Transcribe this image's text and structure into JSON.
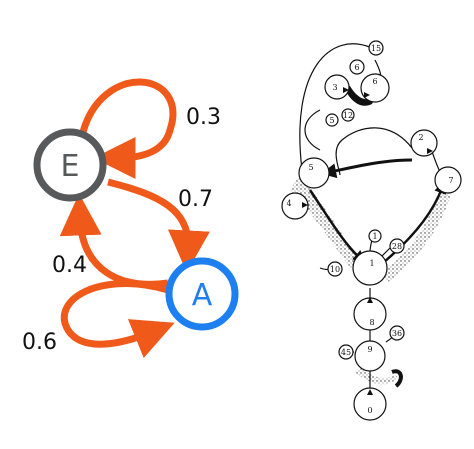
{
  "left_diagram": {
    "nodes": {
      "e": {
        "label": "E",
        "color": "#58595b"
      },
      "a": {
        "label": "A",
        "color": "#1e7ff0"
      }
    },
    "edge_color": "#ef5a1b",
    "edges": {
      "e_self": "0.3",
      "e_to_a": "0.7",
      "a_to_e": "0.4",
      "a_self": "0.6"
    }
  },
  "right_diagram": {
    "nodes": {
      "n15": "15",
      "n6": "6",
      "n3": "3",
      "n5s": "5",
      "n12": "12",
      "n2": "2",
      "n5": "5",
      "n4": "4",
      "n7": "7",
      "n1s": "1",
      "n28": "28",
      "n1": "1",
      "n10": "10",
      "n8": "8",
      "n36": "36",
      "n9": "9",
      "n45": "45",
      "n0": "0"
    }
  }
}
